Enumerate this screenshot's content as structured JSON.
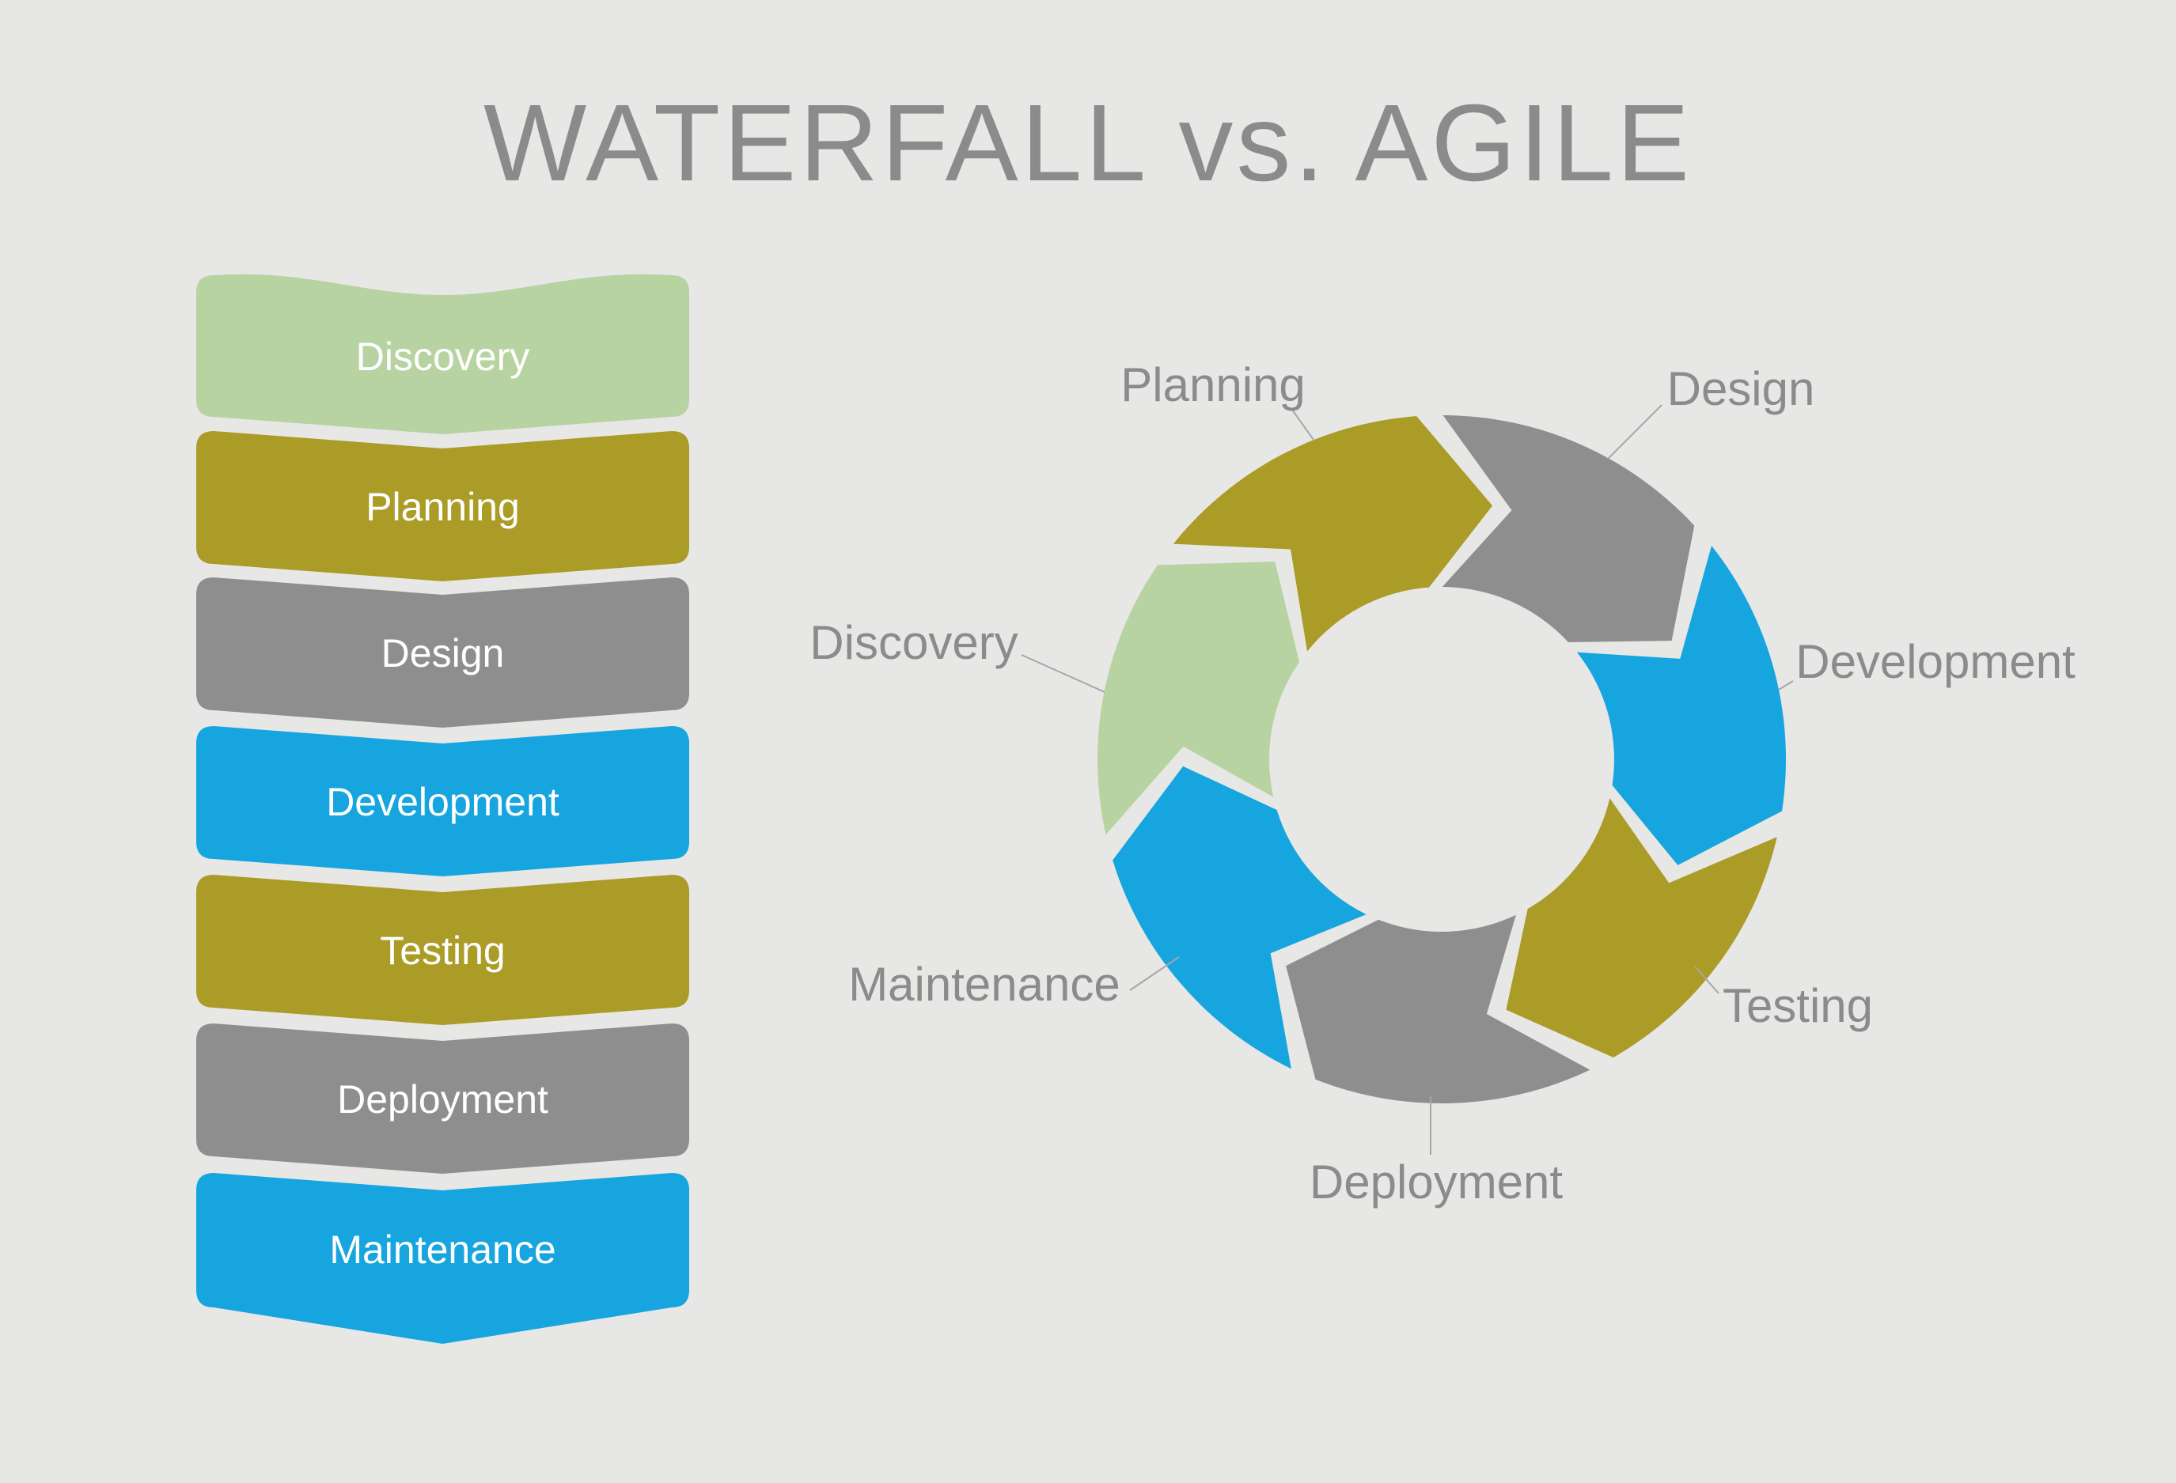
{
  "title": "WATERFALL vs. AGILE",
  "left_diagram": {
    "name": "waterfall",
    "steps": [
      {
        "label": "Discovery",
        "color": "green"
      },
      {
        "label": "Planning",
        "color": "olive"
      },
      {
        "label": "Design",
        "color": "gray"
      },
      {
        "label": "Development",
        "color": "blue"
      },
      {
        "label": "Testing",
        "color": "olive"
      },
      {
        "label": "Deployment",
        "color": "gray"
      },
      {
        "label": "Maintenance",
        "color": "blue"
      }
    ]
  },
  "right_diagram": {
    "name": "agile-cycle",
    "segments": [
      {
        "label": "Design",
        "color": "gray"
      },
      {
        "label": "Development",
        "color": "blue"
      },
      {
        "label": "Testing",
        "color": "olive"
      },
      {
        "label": "Deployment",
        "color": "gray"
      },
      {
        "label": "Maintenance",
        "color": "blue"
      },
      {
        "label": "Discovery",
        "color": "green"
      },
      {
        "label": "Planning",
        "color": "olive"
      }
    ]
  },
  "colors": {
    "background": "#e7e7e6",
    "olive": "#ab9b27",
    "gray": "#8e8e8e",
    "blue": "#16a5de",
    "green": "#b7d3a2",
    "step_text": "#ffffff",
    "label_text": "#8b8b8b",
    "title_text": "#8b8b8b",
    "leader_line": "#a6a6a6"
  }
}
